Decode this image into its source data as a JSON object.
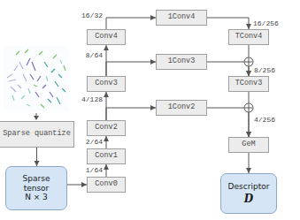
{
  "diagram": {
    "nodes": [
      {
        "text": [
          "Sparse quantize"
        ]
      },
      {
        "text": [
          "Sparse tensor N × 3"
        ]
      },
      {
        "text": [
          "Conv0"
        ]
      },
      {
        "text": [
          "Conv1"
        ]
      },
      {
        "text": [
          "Conv2"
        ]
      },
      {
        "text": [
          "Conv3"
        ]
      },
      {
        "text": [
          "Conv4"
        ]
      },
      {
        "text": [
          "1Conv4"
        ]
      },
      {
        "text": [
          "1Conv3"
        ]
      },
      {
        "text": [
          "1Conv2"
        ]
      },
      {
        "text": [
          "TConv4"
        ]
      },
      {
        "text": [
          "TConv3"
        ]
      },
      {
        "text": [
          "GeM"
        ]
      },
      {
        "text": [
          "Descriptor",
          "D"
        ]
      }
    ],
    "edges": [
      {
        "from": 0,
        "to": 1,
        "arrow": "to"
      },
      {
        "from": 1,
        "to": 2,
        "arrow": "to"
      },
      {
        "from": 2,
        "to": 3,
        "arrow": "to"
      },
      {
        "from": 3,
        "to": 4,
        "arrow": "to"
      },
      {
        "from": 4,
        "to": 5,
        "arrow": "to"
      },
      {
        "from": 5,
        "to": 6,
        "arrow": "to"
      },
      {
        "from": 6,
        "to": 7,
        "arrow": "to"
      },
      {
        "from": 5,
        "to": 8,
        "arrow": "to"
      },
      {
        "from": 4,
        "to": 9,
        "arrow": "to"
      },
      {
        "from": 7,
        "to": 10,
        "arrow": "to"
      },
      {
        "from": 10,
        "to": 11,
        "arrow": "to"
      },
      {
        "from": 8,
        "to": 11,
        "arrow": "to"
      },
      {
        "from": 11,
        "to": 12,
        "arrow": "to"
      },
      {
        "from": 9,
        "to": 12,
        "arrow": "to"
      },
      {
        "from": 12,
        "to": 13,
        "arrow": "to"
      }
    ],
    "labels": [
      "16/32",
      "8/64",
      "4/128",
      "2/64",
      "1/64",
      "16/256",
      "8/256",
      "4/256"
    ]
  }
}
